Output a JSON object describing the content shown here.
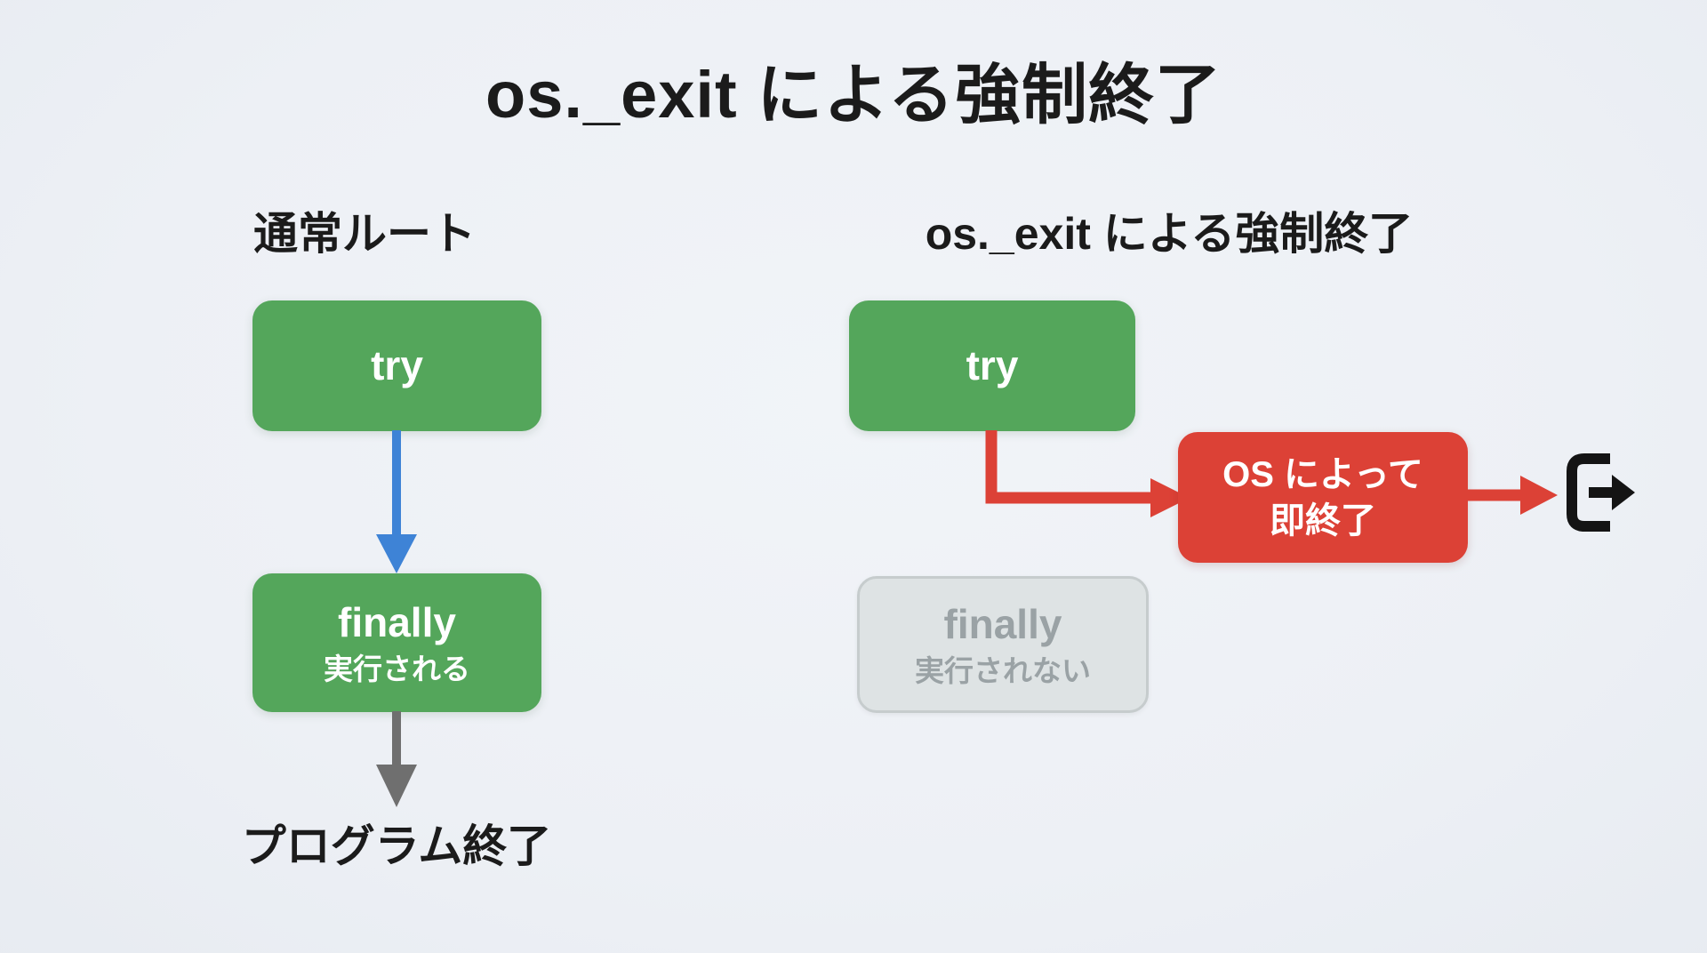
{
  "title": "os._exit による強制終了",
  "colors": {
    "bg": "#edf0f5",
    "ink": "#1b1b1b",
    "green": "#54a65b",
    "red": "#dc4136",
    "blue": "#3e83d6",
    "gray_arrow": "#6f6f6f",
    "disabled_bg": "#dee3e4",
    "disabled_border": "#c6cccd",
    "disabled_text": "#9aa2a5",
    "box_text": "#ffffff"
  },
  "left_flow": {
    "heading": "通常ルート",
    "try_label": "try",
    "finally_label": "finally",
    "finally_note": "実行される",
    "end_label": "プログラム終了"
  },
  "right_flow": {
    "heading": "os._exit による強制終了",
    "try_label": "try",
    "exit_box_line1": "OS によって",
    "exit_box_line2": "即終了",
    "finally_label": "finally",
    "finally_note": "実行されない",
    "exit_icon": "logout-exit-icon"
  }
}
